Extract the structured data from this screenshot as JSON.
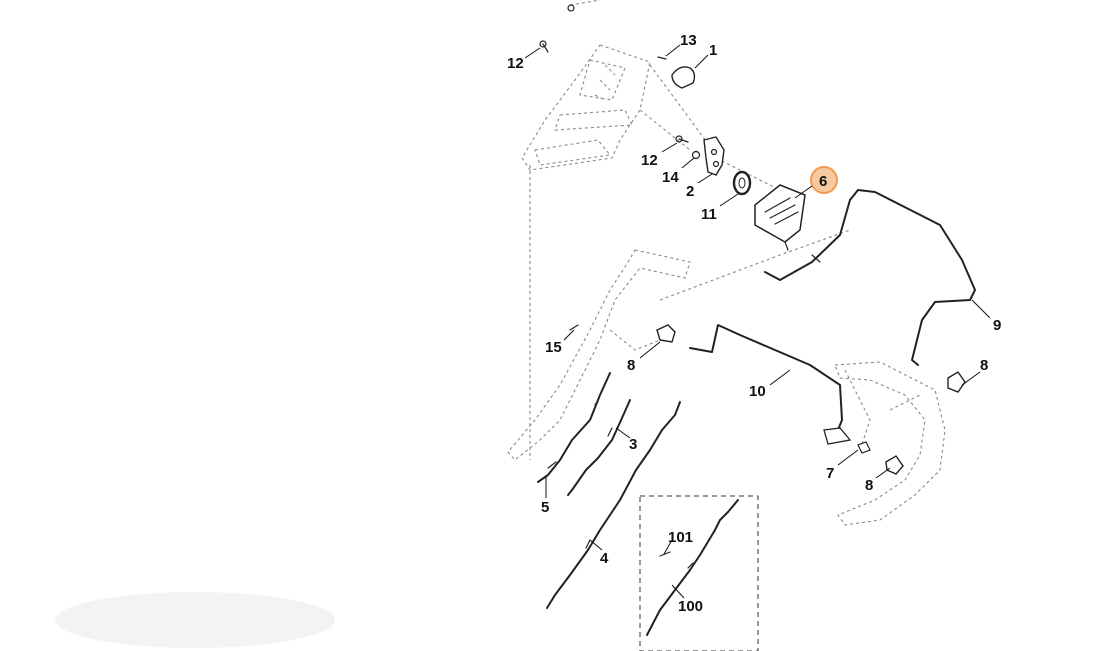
{
  "diagram": {
    "highlight_color": "#f39a4c",
    "callouts": [
      {
        "id": "c13",
        "label": "13"
      },
      {
        "id": "c1",
        "label": "1"
      },
      {
        "id": "c12a",
        "label": "12"
      },
      {
        "id": "c12b",
        "label": "12"
      },
      {
        "id": "c14",
        "label": "14"
      },
      {
        "id": "c2",
        "label": "2"
      },
      {
        "id": "c11",
        "label": "11"
      },
      {
        "id": "c6",
        "label": "6",
        "highlighted": true
      },
      {
        "id": "c9",
        "label": "9"
      },
      {
        "id": "c15",
        "label": "15"
      },
      {
        "id": "c8a",
        "label": "8"
      },
      {
        "id": "c8b",
        "label": "8"
      },
      {
        "id": "c8c",
        "label": "8"
      },
      {
        "id": "c10",
        "label": "10"
      },
      {
        "id": "c3",
        "label": "3"
      },
      {
        "id": "c5",
        "label": "5"
      },
      {
        "id": "c4",
        "label": "4"
      },
      {
        "id": "c7",
        "label": "7"
      },
      {
        "id": "c101",
        "label": "101"
      },
      {
        "id": "c100",
        "label": "100"
      }
    ]
  }
}
